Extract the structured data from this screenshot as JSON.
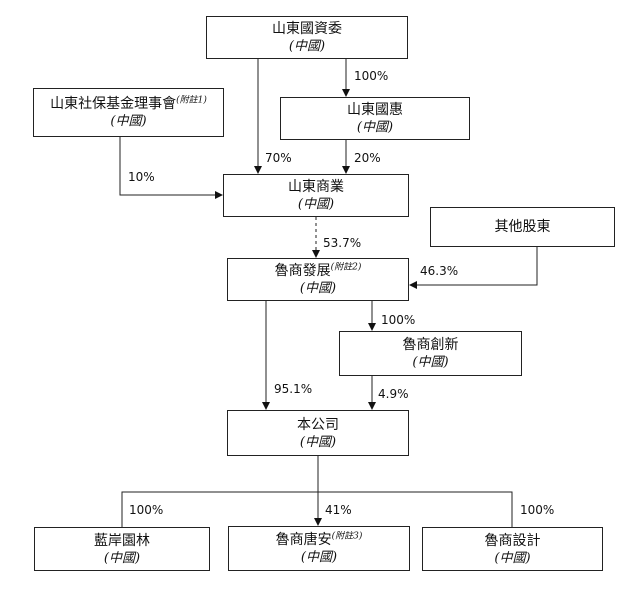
{
  "entities": {
    "sdgzw": {
      "name": "山東國資委",
      "loc": "(中國)"
    },
    "sdsb": {
      "name": "山東社保基金理事會",
      "note": "(附註1)",
      "loc": "(中國)"
    },
    "sdgh": {
      "name": "山東國惠",
      "loc": "(中國)"
    },
    "sdsy": {
      "name": "山東商業",
      "loc": "(中國)"
    },
    "qtgd": {
      "name": "其他股東"
    },
    "lsfz": {
      "name": "魯商發展",
      "note": "(附註2)",
      "loc": "(中國)"
    },
    "lscx": {
      "name": "魯商創新",
      "loc": "(中國)"
    },
    "bgs": {
      "name": "本公司",
      "loc": "(中國)"
    },
    "lagl": {
      "name": "藍岸園林",
      "loc": "(中國)"
    },
    "lsta": {
      "name": "魯商唐安",
      "note": "(附註3)",
      "loc": "(中國)"
    },
    "lssj": {
      "name": "魯商設計",
      "loc": "(中國)"
    }
  },
  "links": {
    "sdgzw_sdgh": "100%",
    "sdgzw_sdsy": "70%",
    "sdgh_sdsy": "20%",
    "sdsb_sdsy": "10%",
    "sdsy_lsfz": "53.7%",
    "qtgd_lsfz": "46.3%",
    "lsfz_lscx": "100%",
    "lsfz_bgs": "95.1%",
    "lscx_bgs": "4.9%",
    "bgs_lagl": "100%",
    "bgs_lsta": "41%",
    "bgs_lssj": "100%"
  }
}
